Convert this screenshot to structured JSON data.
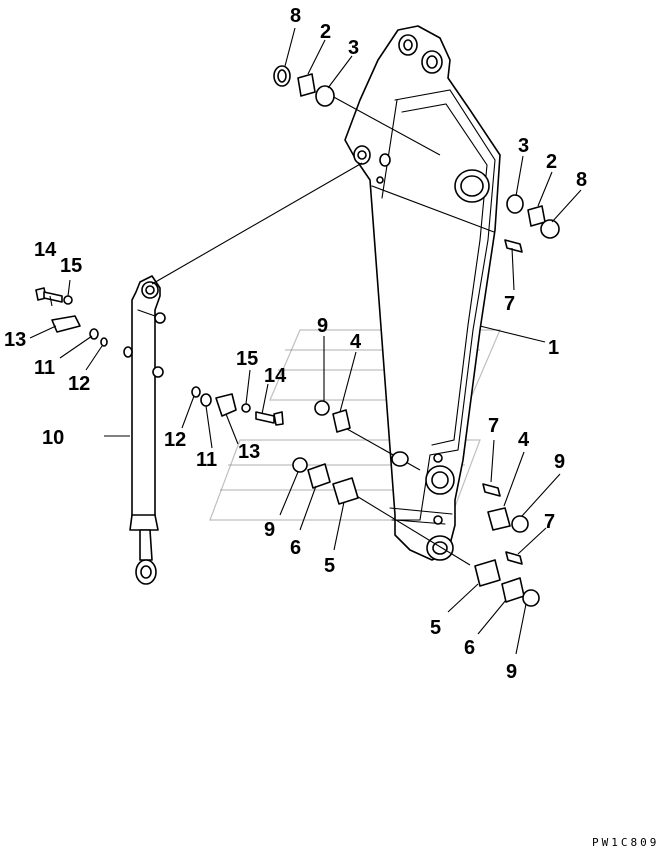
{
  "callouts": {
    "c1": "1",
    "c2a": "2",
    "c2b": "2",
    "c3a": "3",
    "c3b": "3",
    "c4a": "4",
    "c4b": "4",
    "c5a": "5",
    "c5b": "5",
    "c6a": "6",
    "c6b": "6",
    "c7a": "7",
    "c7b": "7",
    "c7c": "7",
    "c8a": "8",
    "c8b": "8",
    "c9a": "9",
    "c9b": "9",
    "c9c": "9",
    "c9d": "9",
    "c10": "10",
    "c11a": "11",
    "c11b": "11",
    "c12a": "12",
    "c12b": "12",
    "c13a": "13",
    "c13b": "13",
    "c14a": "14",
    "c14b": "14",
    "c15a": "15",
    "c15b": "15"
  },
  "drawing_code": "PW1C809",
  "colors": {
    "line": "#000000",
    "background": "#ffffff",
    "watermark": "#8a8a8a"
  }
}
